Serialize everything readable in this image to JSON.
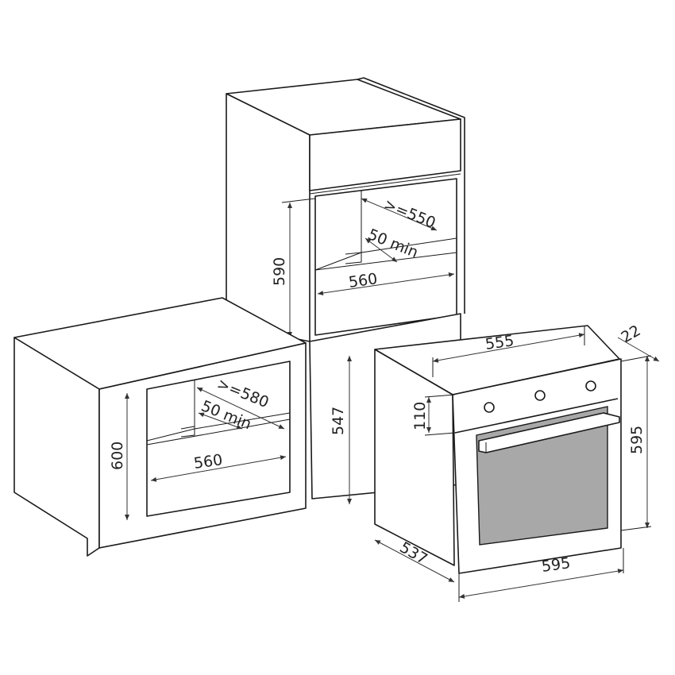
{
  "dimensions": {
    "tall_depth": ">=550",
    "tall_vent": "50 min",
    "tall_width": "560",
    "tall_height": "590",
    "under_depth": ">=580",
    "under_vent": "50 min",
    "under_width": "560",
    "under_height": "600",
    "niche_height": "547",
    "oven_inner_width": "555",
    "oven_panel_thickness": "22",
    "oven_control_height": "110",
    "oven_height": "595",
    "oven_width": "595",
    "oven_depth": "537"
  },
  "colors": {
    "window": "#a8a8a8",
    "line": "#1a1a1a"
  }
}
